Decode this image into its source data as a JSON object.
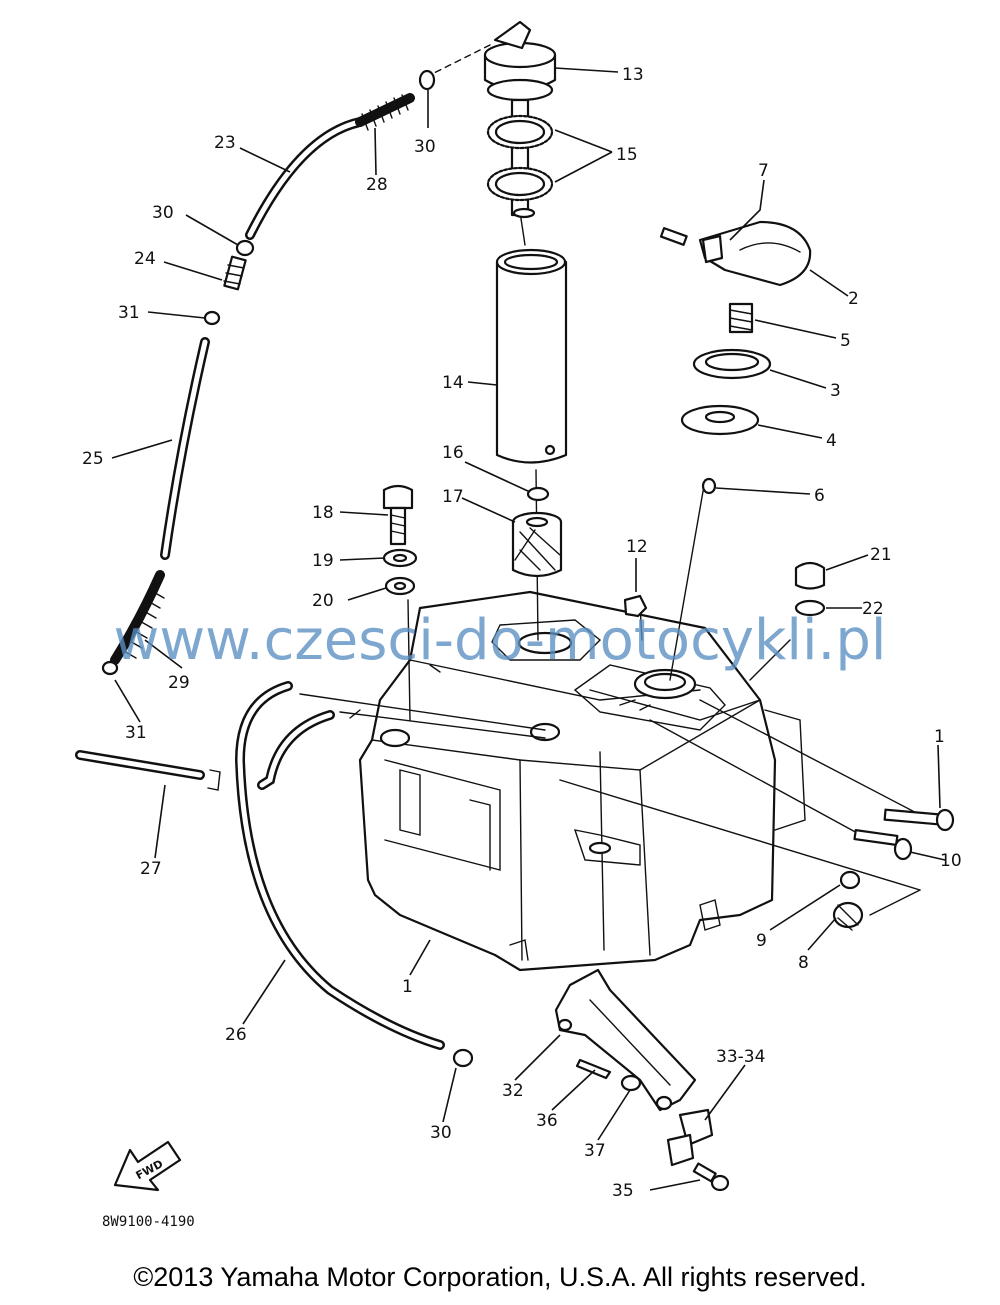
{
  "diagram": {
    "callouts": {
      "c1": "1",
      "c1b": "1",
      "c2": "2",
      "c3": "3",
      "c4": "4",
      "c5": "5",
      "c6": "6",
      "c7": "7",
      "c8": "8",
      "c9": "9",
      "c10": "10",
      "c12": "12",
      "c13": "13",
      "c14": "14",
      "c15": "15",
      "c16": "16",
      "c17": "17",
      "c18": "18",
      "c19": "19",
      "c20": "20",
      "c21": "21",
      "c22": "22",
      "c23": "23",
      "c24": "24",
      "c25": "25",
      "c26": "26",
      "c27": "27",
      "c28": "28",
      "c29": "29",
      "c30a": "30",
      "c30b": "30",
      "c30c": "30",
      "c31a": "31",
      "c31b": "31",
      "c32": "32",
      "c3334": "33-34",
      "c35": "35",
      "c36": "36",
      "c37": "37"
    },
    "arrow_label": "FWD",
    "doc_number": "8W9100-4190"
  },
  "watermark": "www.czesci-do-motocykli.pl",
  "copyright": "©2013 Yamaha Motor Corporation, U.S.A. All rights reserved."
}
